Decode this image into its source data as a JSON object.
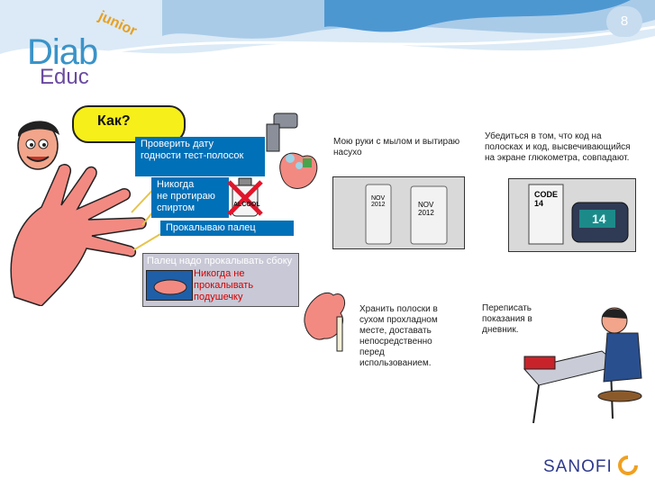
{
  "page_number": "8",
  "logo": {
    "junior": "junior",
    "diab": "Diab",
    "educ": "Educ"
  },
  "speech_bubble": "Как?",
  "steps": {
    "check_date": "Проверить дату\nгодности тест-полосок",
    "never_alcohol": "Никогда\nне протираю\nспиртом",
    "pierce_finger": "Прокалываю палец",
    "side_pierce": "Палец надо прокалывать сбоку",
    "never_pad": "Никогда не\nпрокалывать\nподушечку",
    "wash_hands": "Мою руки с мылом и вытираю\nнасухо",
    "verify_code": "Убедиться в том, что код на\nполосках и код, высвечивающийся\nна экране глюкометра, совпадают.",
    "store_strips": "Хранить полоски в\nсухом прохладном\nместе, доставать\nнепосредственно\nперед\nиспользованием.",
    "log_readings": "Переписать\nпоказания в\nдневник."
  },
  "bottle_label": "ALCOOL",
  "vial_labels": [
    "NOV 2012",
    "NOV 2012"
  ],
  "code_card": "CODE 14",
  "meter_display": "14",
  "brand": "SANOFI",
  "colors": {
    "accent_blue": "#0070b8",
    "bubble_yellow": "#f7ef1a",
    "warning_red": "#d40000",
    "brand_navy": "#2d3a8c"
  }
}
